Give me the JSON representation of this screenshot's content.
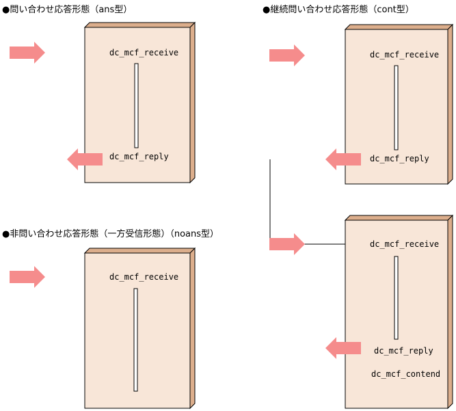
{
  "sections": {
    "ans": {
      "title": "●問い合わせ応答形態（ans型）"
    },
    "cont": {
      "title": "●継続問い合わせ応答形態（cont型）"
    },
    "noans": {
      "title": "●非問い合わせ応答形態（一方受信形態）（noans型）"
    }
  },
  "functions": {
    "receive": "dc_mcf_receive",
    "reply": "dc_mcf_reply",
    "contend": "dc_mcf_contend"
  },
  "colors": {
    "box_front": "#f8e6d8",
    "box_side": "#dcae8c",
    "arrow": "#f58c8c"
  }
}
